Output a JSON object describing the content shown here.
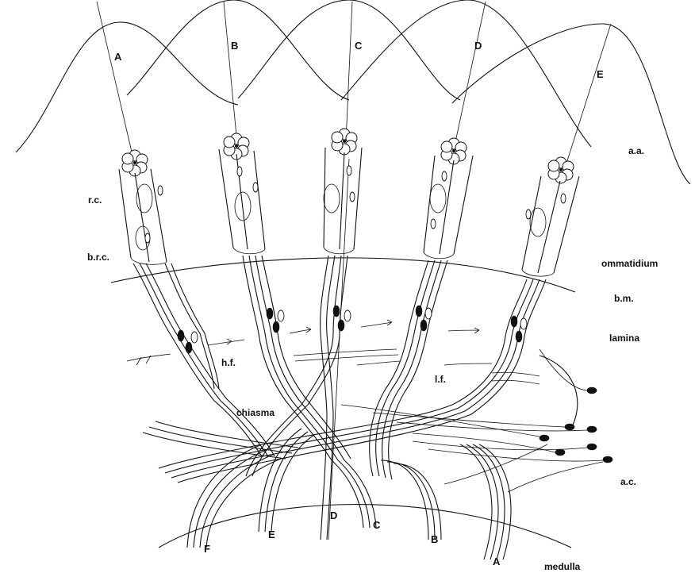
{
  "axes": {
    "labels": [
      "A",
      "B",
      "C",
      "D",
      "E"
    ]
  },
  "fibers": {
    "labels": [
      "F",
      "E",
      "D",
      "C",
      "B",
      "A"
    ]
  },
  "structures": {
    "acceptance_angle": "a.a.",
    "retinula_cells": "r.c.",
    "basal_retinula_cells": "b.r.c.",
    "ommatidium": "ommatidium",
    "basement_membrane": "b.m.",
    "lamina": "lamina",
    "horizontal_fibers": "h.f.",
    "long_fibers": "l.f.",
    "chiasma": "chiasma",
    "amacrine_cells": "a.c.",
    "medulla": "medulla"
  }
}
